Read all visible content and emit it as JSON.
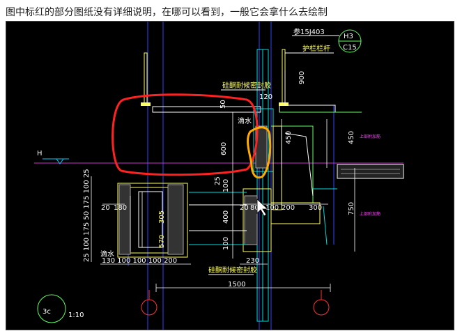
{
  "question": "图中标红的部分图纸没有详细说明，在哪可以看到，一般它会拿什么去绘制",
  "drawing": {
    "ref_note": "参15J403",
    "index_top": "H3",
    "index_bottom": "C15",
    "railing_note": "护栏栏杆",
    "sealant_note_top": "硅酮耐候密封胶",
    "sealant_note_bottom": "硅酮耐候密封胶",
    "drip_top": "滴水",
    "drip_bottom": "滴水",
    "level_mark": "H",
    "section_tag": "3c",
    "section_sub": "1:10",
    "side_note_1": "上部附加筋",
    "side_note_2": "上部附加筋",
    "dims": {
      "d900": "900",
      "d120": "120",
      "d50": "50",
      "d600": "600",
      "d450_a": "450",
      "d450_b": "450",
      "d25_mid": "25",
      "d100_mid": "100",
      "d400": "400",
      "d100_low": "100",
      "d750": "750",
      "d305": "305",
      "d570": "570",
      "left_col": "25 100 175 50 175 100 25",
      "d20_left": "20",
      "d180": "180",
      "d20_right": "20",
      "d80": "80",
      "d100_b": "100",
      "d200_r": "200",
      "d300": "300",
      "bottom_row": "130 100 100 100 200",
      "d230": "230",
      "d1500": "1500"
    }
  }
}
